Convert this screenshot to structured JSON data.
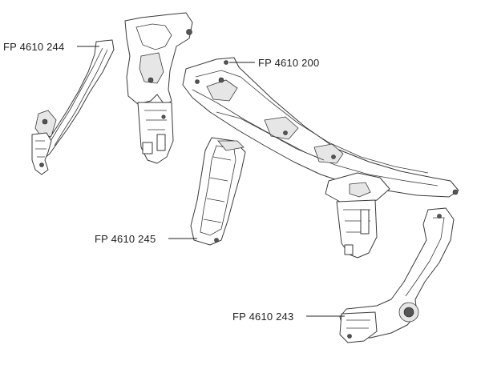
{
  "callouts": {
    "part_244": "FP 4610 244",
    "part_200": "FP 4610 200",
    "part_245": "FP 4610 245",
    "part_243": "FP 4610 243"
  }
}
